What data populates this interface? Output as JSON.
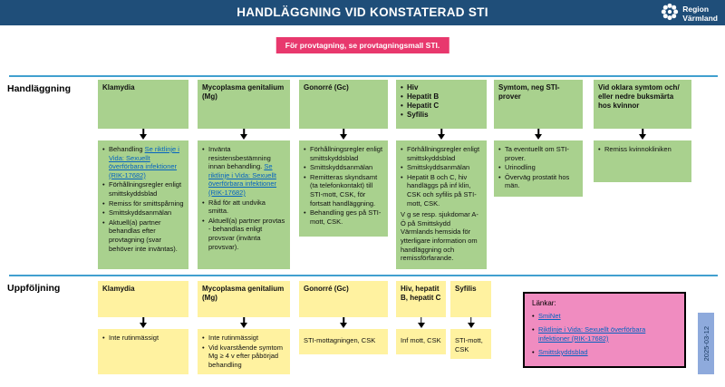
{
  "header": {
    "title": "HANDLÄGGNING VID KONSTATERAD STI",
    "logo_line1": "Region",
    "logo_line2": "Värmland"
  },
  "banner": "För provtagning, se provtagningsmall STI.",
  "colors": {
    "header_bg": "#1F4E79",
    "banner_bg": "#E8386D",
    "green": "#A9D18E",
    "yellow": "#FFF2A0",
    "pink_box": "#F08CC0",
    "line": "#41A0CF",
    "link": "#0563C1",
    "date_tab_bg": "#8EAADC"
  },
  "handlaggning": {
    "label": "Handläggning",
    "columns": [
      {
        "header": "Klamydia",
        "items": [
          {
            "segments": [
              {
                "t": "Behandling "
              },
              {
                "t": "Se riktlinje i Vida: Sexuellt överförbara infektioner (RIK-17682)",
                "link": true
              }
            ]
          },
          {
            "segments": [
              {
                "t": "Förhållningsregler enligt smittskyddsblad"
              }
            ]
          },
          {
            "segments": [
              {
                "t": "Remiss för smittspårning"
              }
            ]
          },
          {
            "segments": [
              {
                "t": "Smittskyddsanmälan"
              }
            ]
          },
          {
            "segments": [
              {
                "t": "Aktuell(a) partner behandlas efter provtagning (svar behöver inte inväntas)."
              }
            ]
          }
        ]
      },
      {
        "header": "Mycoplasma genitalium (Mg)",
        "items": [
          {
            "segments": [
              {
                "t": "Invänta resistensbestämning innan behandling. "
              },
              {
                "t": "Se riktlinje i Vida: Sexuellt överförbara infektioner (RIK-17682)",
                "link": true
              }
            ]
          },
          {
            "segments": [
              {
                "t": "Råd för att undvika smitta."
              }
            ]
          },
          {
            "segments": [
              {
                "t": "Aktuell(a) partner provtas - behandlas enligt provsvar (invänta provsvar)."
              }
            ]
          }
        ]
      },
      {
        "header": "Gonorré (Gc)",
        "items": [
          {
            "segments": [
              {
                "t": "Förhållningsregler enligt smittskyddsblad"
              }
            ]
          },
          {
            "segments": [
              {
                "t": "Smittskyddsanmälan"
              }
            ]
          },
          {
            "segments": [
              {
                "t": "Remitteras skyndsamt (ta telefonkontakt) till STI-mott, CSK, för fortsatt handläggning."
              }
            ]
          },
          {
            "segments": [
              {
                "t": "Behandling ges på STI-mott, CSK."
              }
            ]
          }
        ]
      },
      {
        "header_items": [
          "Hiv",
          "Hepatit B",
          "Hepatit C",
          "Syfilis"
        ],
        "items": [
          {
            "segments": [
              {
                "t": "Förhållningsregler enligt smittskyddsblad"
              }
            ]
          },
          {
            "segments": [
              {
                "t": "Smittskyddsanmälan"
              }
            ]
          },
          {
            "segments": [
              {
                "t": "Hepatit B och C, hiv handläggs på inf klin, CSK och syfilis på STI-mott, CSK."
              }
            ]
          },
          {
            "bullet": false,
            "segments": [
              {
                "t": "V g se resp. sjukdomar A-Ö på Smittskydd Värmlands hemsida för ytterligare information om handläggning och remissförfarande."
              }
            ]
          }
        ]
      },
      {
        "header": "Symtom, neg STI-prover",
        "items": [
          {
            "segments": [
              {
                "t": "Ta eventuellt om STI-prover."
              }
            ]
          },
          {
            "segments": [
              {
                "t": "Urinodling"
              }
            ]
          },
          {
            "segments": [
              {
                "t": "Överväg prostatit hos män."
              }
            ]
          }
        ]
      },
      {
        "header": "Vid oklara symtom och/ eller nedre buksmärta hos kvinnor",
        "items": [
          {
            "segments": [
              {
                "t": "Remiss kvinnokliniken"
              }
            ]
          }
        ]
      }
    ]
  },
  "uppfoljning": {
    "label": "Uppföljning",
    "columns": [
      {
        "header": "Klamydia",
        "items": [
          {
            "segments": [
              {
                "t": "Inte rutinmässigt"
              }
            ]
          }
        ]
      },
      {
        "header": "Mycoplasma genitalium (Mg)",
        "items": [
          {
            "segments": [
              {
                "t": "Inte rutinmässigt"
              }
            ]
          },
          {
            "segments": [
              {
                "t": "Vid kvarstående symtom Mg ≥ 4 v efter påbörjad behandling"
              }
            ]
          }
        ]
      },
      {
        "header": "Gonorré (Gc)",
        "items": [
          {
            "bullet": false,
            "segments": [
              {
                "t": "STI-mottagningen, CSK"
              }
            ]
          }
        ]
      },
      {
        "header": "Hiv, hepatit B, hepatit C",
        "items": [
          {
            "bullet": false,
            "segments": [
              {
                "t": "Inf mott, CSK"
              }
            ]
          }
        ]
      },
      {
        "header": "Syfilis",
        "items": [
          {
            "bullet": false,
            "segments": [
              {
                "t": "STI-mott, CSK"
              }
            ]
          }
        ]
      }
    ]
  },
  "links_box": {
    "title": "Länkar:",
    "links": [
      "SmiNet",
      "Riktlinje i Vida: Sexuellt överförbara infektioner (RIK-17682)",
      "Smittskyddsblad"
    ]
  },
  "date_tab": "2025-03-12"
}
